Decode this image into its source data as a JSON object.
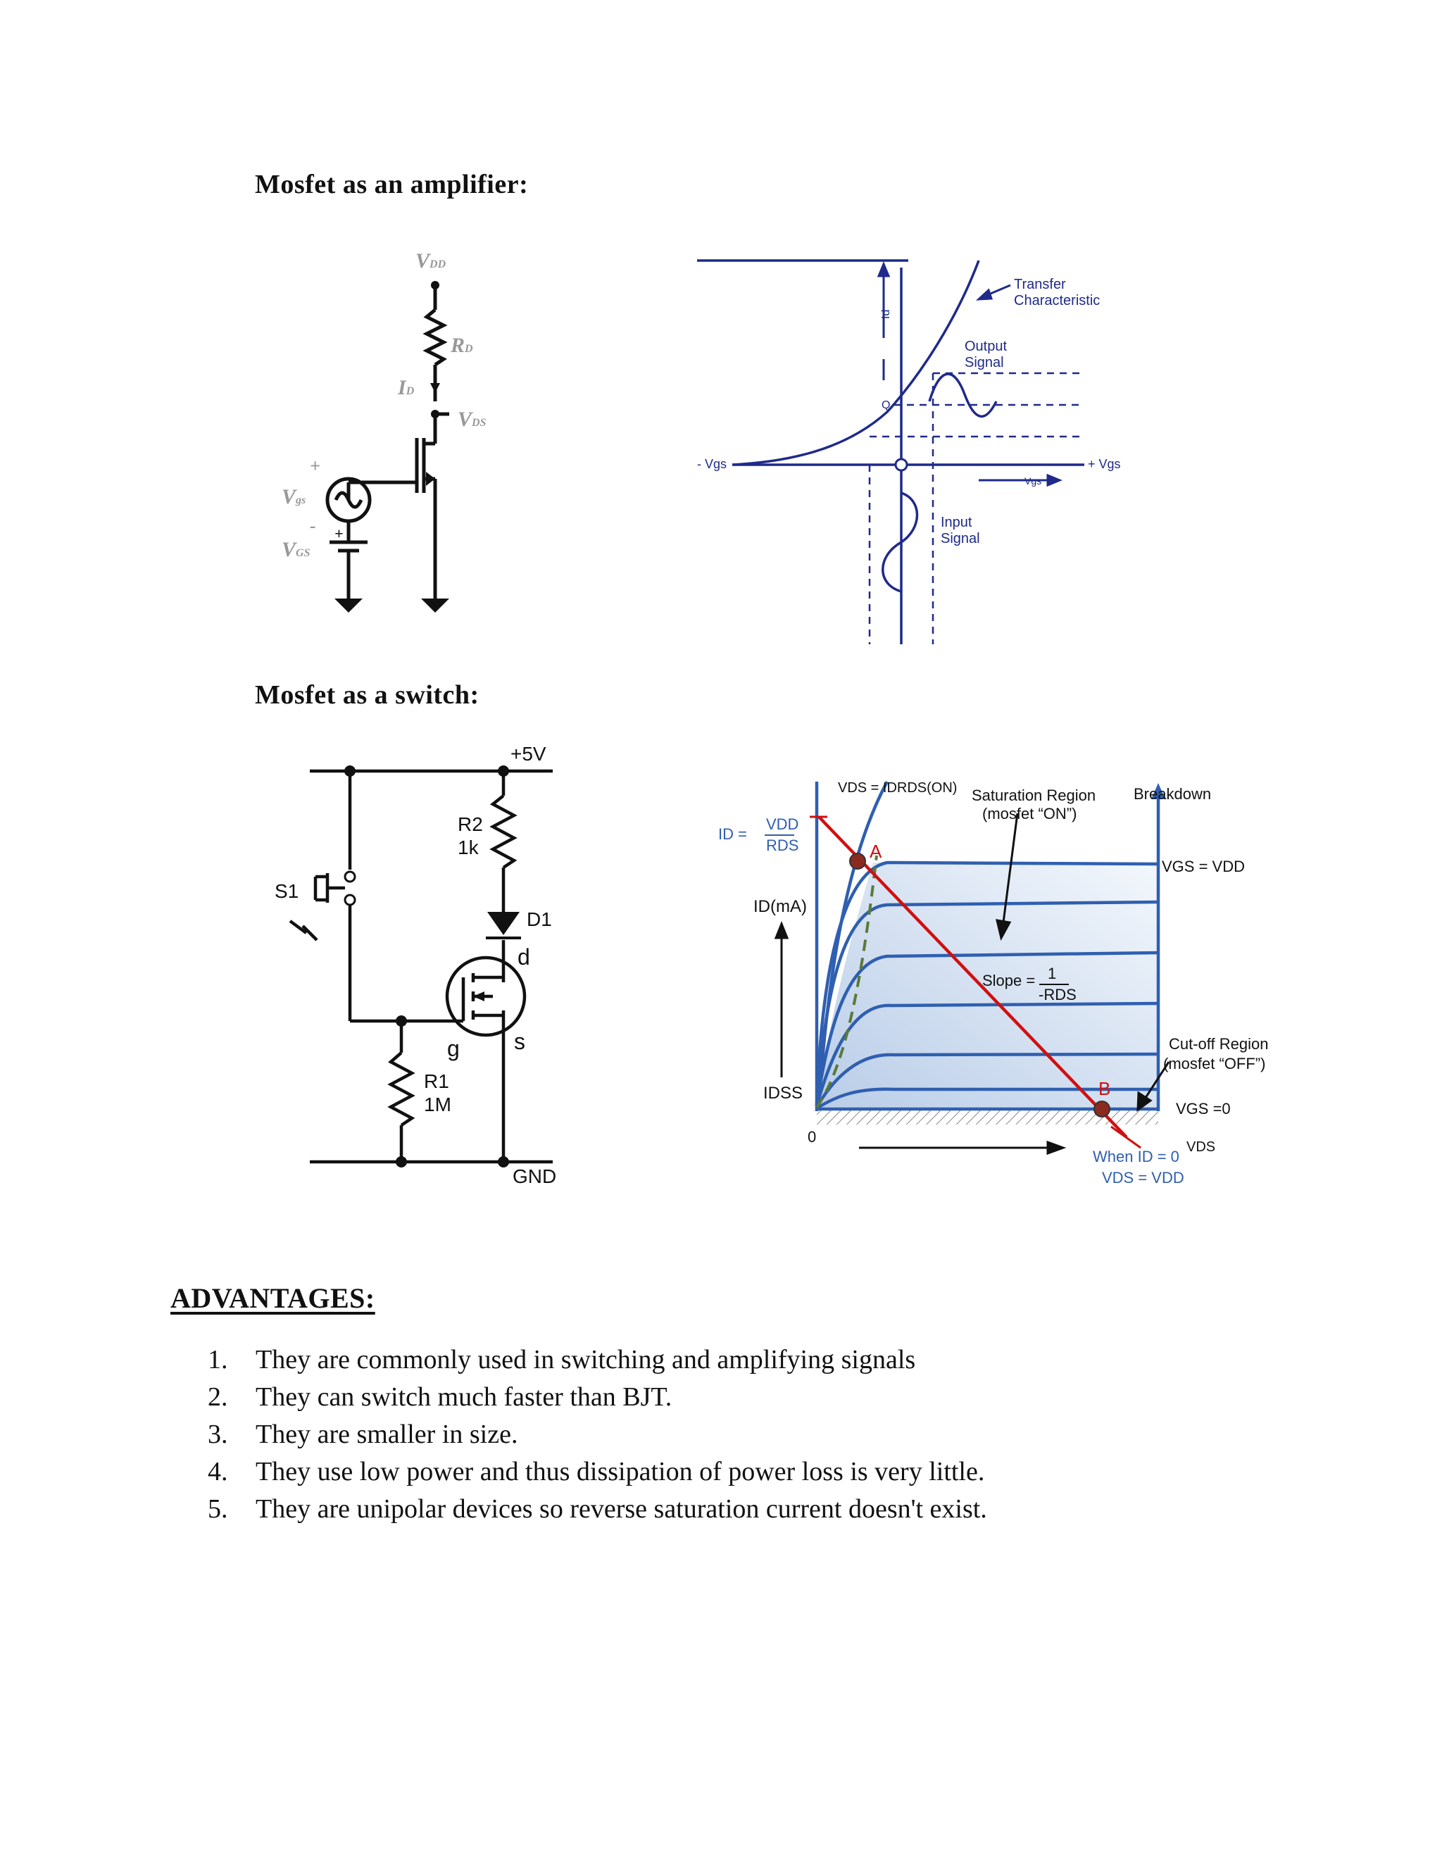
{
  "amplifier": {
    "heading": "Mosfet as an amplifier:",
    "circuit": {
      "vdd": "V",
      "vdd_sub": "DD",
      "rd": "R",
      "rd_sub": "D",
      "id": "I",
      "id_sub": "D",
      "vds": "V",
      "vds_sub": "DS",
      "vgs_sig": "V",
      "vgs_sig_sub": "gs",
      "vgs": "V",
      "vgs_sub": "GS",
      "plus": "+",
      "minus": "-",
      "plus2": "+"
    },
    "graph": {
      "id_label": "Id",
      "transfer": "Transfer",
      "characteristic": "Characteristic",
      "output": "Output",
      "signal_out": "Signal",
      "q": "Q",
      "neg_vgs": "- Vgs",
      "pos_vgs": "+ Vgs",
      "vgs_arrow": "Vgs",
      "input": "Input",
      "signal_in": "Signal"
    }
  },
  "switch": {
    "heading": "Mosfet as a switch:",
    "circuit": {
      "v5": "+5V",
      "r2": "R2",
      "r2_val": "1k",
      "s1": "S1",
      "d1": "D1",
      "d": "d",
      "g": "g",
      "s": "s",
      "r1": "R1",
      "r1_val": "1M",
      "gnd": "GND"
    },
    "graph": {
      "vds_eq": "VDS = IDRDS(ON)",
      "sat1": "Saturation Region",
      "sat2": "(mosfet “ON”)",
      "breakdown": "Breakdown",
      "id_eq_left": "ID =",
      "vdd_frac": "VDD",
      "rds_frac": "RDS",
      "a": "A",
      "vgs_vdd": "VGS = VDD",
      "id_ma": "ID(mA)",
      "slope": "Slope =",
      "one": "1",
      "neg_rds": "-RDS",
      "cutoff1": "Cut-off Region",
      "cutoff2": "(mosfet “OFF”)",
      "idss": "IDSS",
      "b": "B",
      "vgs0": "VGS =0",
      "zero": "0",
      "vds": "VDS",
      "when": "When ID = 0",
      "vds_vdd": "VDS = VDD"
    }
  },
  "advantages": {
    "heading": "ADVANTAGES:",
    "items": [
      {
        "num": "1.",
        "text": "They are commonly used in switching and amplifying signals"
      },
      {
        "num": "2.",
        "text": "They can switch much faster than BJT."
      },
      {
        "num": "3.",
        "text": "They are smaller in size."
      },
      {
        "num": "4.",
        "text": "They use low power and thus dissipation of power loss is very little."
      },
      {
        "num": "5.",
        "text": "They are unipolar devices so reverse saturation current doesn't exist."
      }
    ]
  },
  "colors": {
    "navy": "#1f2a8a",
    "blue": "#2f5fb0",
    "red": "#d01010",
    "green": "#5a7a3a",
    "fill": "#c8d8ee"
  }
}
